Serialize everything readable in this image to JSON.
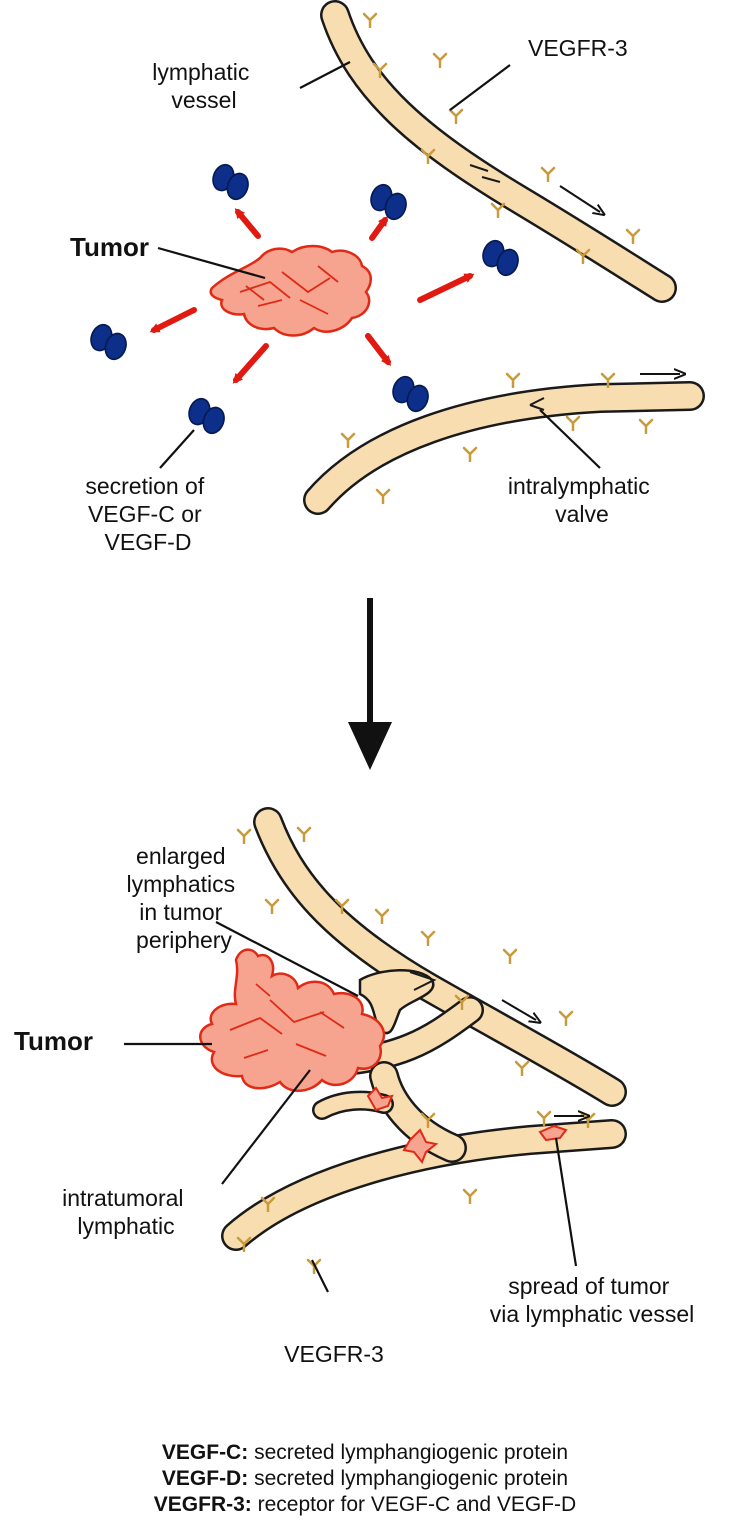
{
  "top_panel": {
    "labels": {
      "lymphatic_vessel": [
        "lymphatic",
        "vessel"
      ],
      "receptor": "VEGFR-3",
      "tumor": "Tumor",
      "secretion": [
        "secretion of",
        "VEGF-C or",
        "VEGF-D"
      ],
      "valve": [
        "intralymphatic",
        "valve"
      ]
    }
  },
  "bottom_panel": {
    "labels": {
      "enlarged": [
        "enlarged",
        "lymphatics",
        "in tumor",
        "periphery"
      ],
      "tumor": "Tumor",
      "intratumoral": [
        "intratumoral",
        "lymphatic"
      ],
      "spread": [
        "spread of tumor",
        "via lymphatic vessel"
      ],
      "receptor": "VEGFR-3"
    }
  },
  "legend": [
    {
      "term": "VEGF-C:",
      "definition": "secreted lymphangiogenic protein"
    },
    {
      "term": "VEGF-D:",
      "definition": "secreted lymphangiogenic protein"
    },
    {
      "term": "VEGFR-3:",
      "definition": "receptor for VEGF-C and VEGF-D"
    }
  ],
  "colors": {
    "vessel_fill": "#f7ddb0",
    "vessel_outline": "#1a1a1a",
    "tumor_fill": "#f6a38f",
    "tumor_outline": "#e02a16",
    "protein": "#0d2f8a",
    "arrow_red": "#e01a10",
    "receptor": "#c99a3a"
  }
}
